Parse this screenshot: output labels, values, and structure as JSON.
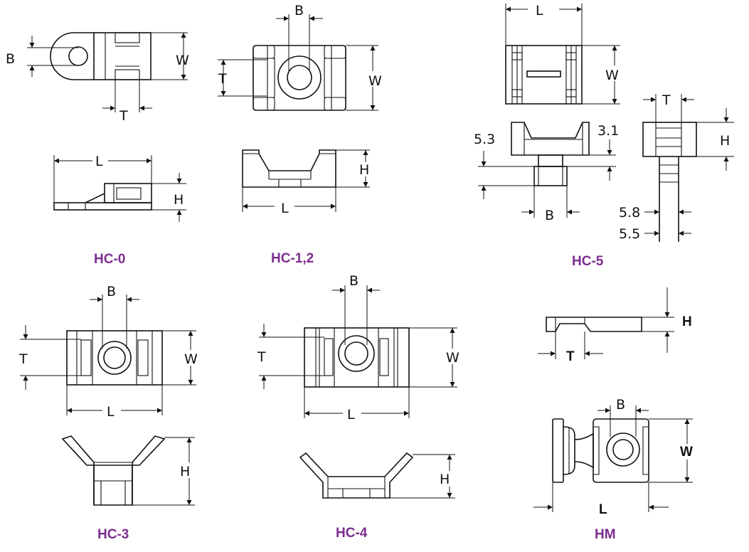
{
  "colors": {
    "caption": "#7b2d8e",
    "line": "#111111"
  },
  "models": {
    "hc0": {
      "caption": "HC-0",
      "dims": {
        "b": "B",
        "w": "W",
        "t": "T",
        "l": "L",
        "h": "H"
      }
    },
    "hc12": {
      "caption": "HC-1,2",
      "dims": {
        "b": "B",
        "w": "W",
        "t": "T",
        "l": "L",
        "h": "H"
      }
    },
    "hc5": {
      "caption": "HC-5",
      "dims": {
        "l": "L",
        "w": "W",
        "v53": "5.3",
        "v31": "3.1",
        "b": "B",
        "t": "T",
        "h": "H",
        "v58": "5.8",
        "v55": "5.5"
      }
    },
    "hc3": {
      "caption": "HC-3",
      "dims": {
        "b": "B",
        "t": "T",
        "w": "W",
        "l": "L",
        "h": "H"
      }
    },
    "hc4": {
      "caption": "HC-4",
      "dims": {
        "b": "B",
        "t": "T",
        "w": "W",
        "l": "L",
        "h": "H"
      }
    },
    "hm": {
      "caption": "HM",
      "dims": {
        "h": "H",
        "t": "T",
        "b": "B",
        "w": "W",
        "l": "L"
      }
    }
  }
}
